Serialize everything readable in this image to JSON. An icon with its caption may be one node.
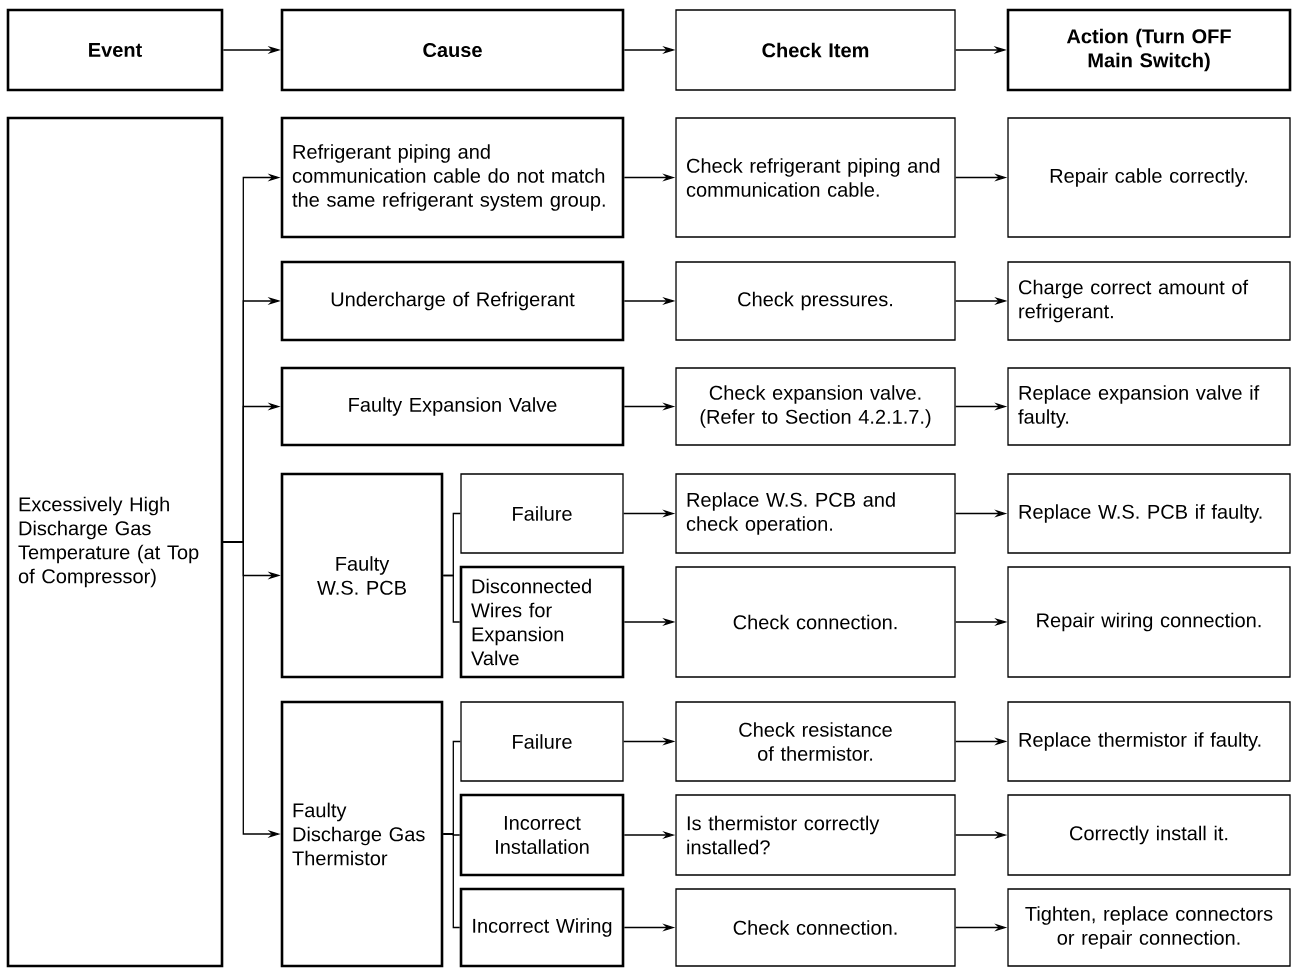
{
  "diagram": {
    "nodes": [
      {
        "text": [
          "Event"
        ]
      },
      {
        "text": [
          "Cause"
        ]
      },
      {
        "text": [
          "Check Item"
        ]
      },
      {
        "text": [
          "Action (Turn OFF Main Switch)"
        ]
      },
      {
        "text": [
          "Excessively High Discharge Gas Temperature (at Top of Compressor)"
        ]
      },
      {
        "text": [
          "Refrigerant piping and communication cable do not match the same refrigerant system group."
        ]
      },
      {
        "text": [
          "Check refrigerant piping and communication cable."
        ]
      },
      {
        "text": [
          "Repair cable correctly."
        ]
      },
      {
        "text": [
          "Undercharge of Refrigerant"
        ]
      },
      {
        "text": [
          "Check pressures."
        ]
      },
      {
        "text": [
          "Charge correct amount of refrigerant."
        ]
      },
      {
        "text": [
          "Faulty Expansion Valve"
        ]
      },
      {
        "text": [
          "Check expansion valve. (Refer to Section 4.2.1.7.)"
        ]
      },
      {
        "text": [
          "Replace expansion valve if faulty."
        ]
      },
      {
        "text": [
          "Faulty W.S. PCB"
        ]
      },
      {
        "text": [
          "Failure"
        ]
      },
      {
        "text": [
          "Replace W.S. PCB and check operation."
        ]
      },
      {
        "text": [
          "Replace W.S. PCB if faulty."
        ]
      },
      {
        "text": [
          "Disconnected Wires for Expansion Valve"
        ]
      },
      {
        "text": [
          "Check connection."
        ]
      },
      {
        "text": [
          "Repair wiring connection."
        ]
      },
      {
        "text": [
          "Faulty Discharge Gas Thermistor"
        ]
      },
      {
        "text": [
          "Failure"
        ]
      },
      {
        "text": [
          "Check resistance of thermistor."
        ]
      },
      {
        "text": [
          "Replace thermistor if faulty."
        ]
      },
      {
        "text": [
          "Incorrect Installation"
        ]
      },
      {
        "text": [
          "Is thermistor correctly installed?"
        ]
      },
      {
        "text": [
          "Correctly install it."
        ]
      },
      {
        "text": [
          "Incorrect Wiring"
        ]
      },
      {
        "text": [
          "Check connection."
        ]
      },
      {
        "text": [
          "Tighten, replace connectors or repair connection."
        ]
      }
    ],
    "edges": [
      {
        "from": 0,
        "to": 1,
        "arrow": "to"
      },
      {
        "from": 1,
        "to": 2,
        "arrow": "to"
      },
      {
        "from": 2,
        "to": 3,
        "arrow": "to"
      },
      {
        "from": 4,
        "to": 5,
        "arrow": "to"
      },
      {
        "from": 4,
        "to": 8,
        "arrow": "to"
      },
      {
        "from": 4,
        "to": 11,
        "arrow": "to"
      },
      {
        "from": 4,
        "to": 14,
        "arrow": "to"
      },
      {
        "from": 4,
        "to": 21,
        "arrow": "to"
      },
      {
        "from": 5,
        "to": 6,
        "arrow": "to"
      },
      {
        "from": 6,
        "to": 7,
        "arrow": "to"
      },
      {
        "from": 8,
        "to": 9,
        "arrow": "to"
      },
      {
        "from": 9,
        "to": 10,
        "arrow": "to"
      },
      {
        "from": 11,
        "to": 12,
        "arrow": "to"
      },
      {
        "from": 12,
        "to": 13,
        "arrow": "to"
      },
      {
        "from": 14,
        "to": 15,
        "arrow": "none"
      },
      {
        "from": 14,
        "to": 18,
        "arrow": "none"
      },
      {
        "from": 15,
        "to": 16,
        "arrow": "to"
      },
      {
        "from": 16,
        "to": 17,
        "arrow": "to"
      },
      {
        "from": 18,
        "to": 19,
        "arrow": "to"
      },
      {
        "from": 19,
        "to": 20,
        "arrow": "to"
      },
      {
        "from": 21,
        "to": 22,
        "arrow": "none"
      },
      {
        "from": 21,
        "to": 25,
        "arrow": "none"
      },
      {
        "from": 21,
        "to": 28,
        "arrow": "none"
      },
      {
        "from": 22,
        "to": 23,
        "arrow": "to"
      },
      {
        "from": 23,
        "to": 24,
        "arrow": "to"
      },
      {
        "from": 25,
        "to": 26,
        "arrow": "to"
      },
      {
        "from": 26,
        "to": 27,
        "arrow": "to"
      },
      {
        "from": 28,
        "to": 29,
        "arrow": "to"
      },
      {
        "from": 29,
        "to": 30,
        "arrow": "to"
      }
    ]
  }
}
